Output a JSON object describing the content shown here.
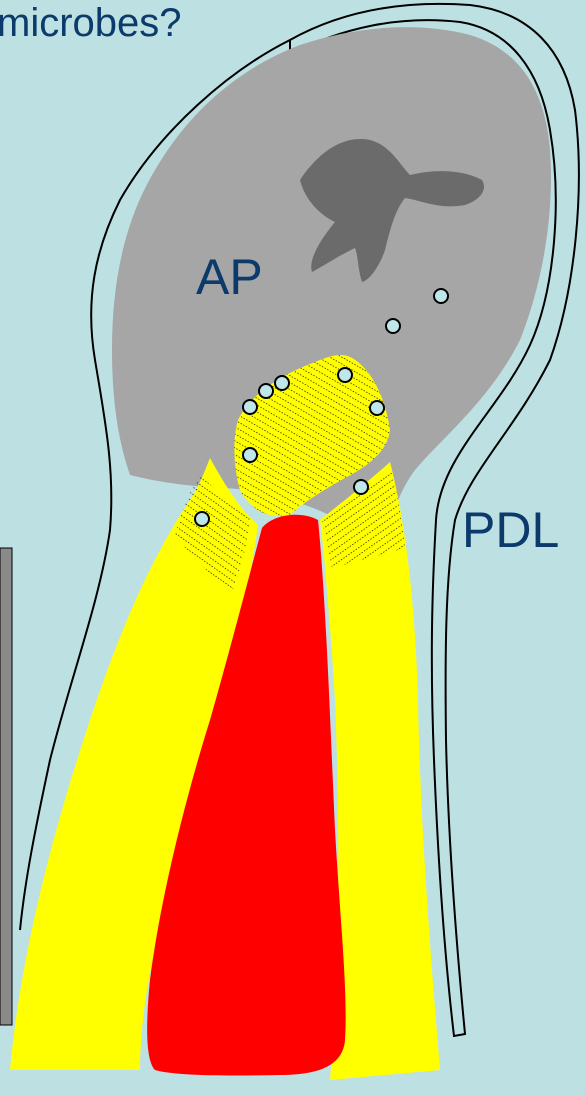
{
  "slide": {
    "title_fragment": "microbes?"
  },
  "labels": {
    "ap": "AP",
    "pdl": "PDL"
  },
  "colors": {
    "background": "#bde0e3",
    "lesion": "#a6a6a6",
    "lesion_dark": "#6b6b6b",
    "root": "#ffff00",
    "canal": "#ff0000",
    "microbe": "#bfe6ea",
    "outline": "#000000"
  }
}
